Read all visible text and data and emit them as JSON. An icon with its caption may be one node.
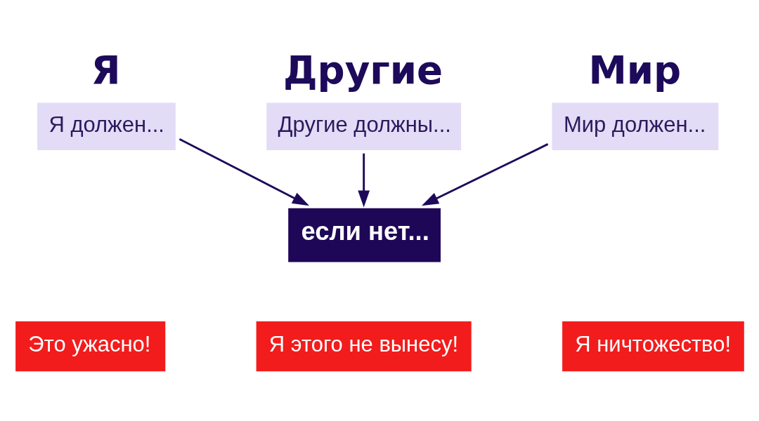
{
  "diagram": {
    "nodes": [
      {
        "text": [
          "Я",
          "Я должен..."
        ]
      },
      {
        "text": [
          "Другие",
          "Другие должны..."
        ]
      },
      {
        "text": [
          "Мир",
          "Мир должен..."
        ]
      },
      {
        "text": [
          "если нет..."
        ]
      },
      {
        "text": [
          "Это ужасно!"
        ]
      },
      {
        "text": [
          "Я этого не вынесу!"
        ]
      },
      {
        "text": [
          "Я ничтожество!"
        ]
      }
    ],
    "edges": [
      {
        "from": 0,
        "to": 3,
        "arrow": "to"
      },
      {
        "from": 1,
        "to": 3,
        "arrow": "to"
      },
      {
        "from": 2,
        "to": 3,
        "arrow": "to"
      }
    ]
  }
}
